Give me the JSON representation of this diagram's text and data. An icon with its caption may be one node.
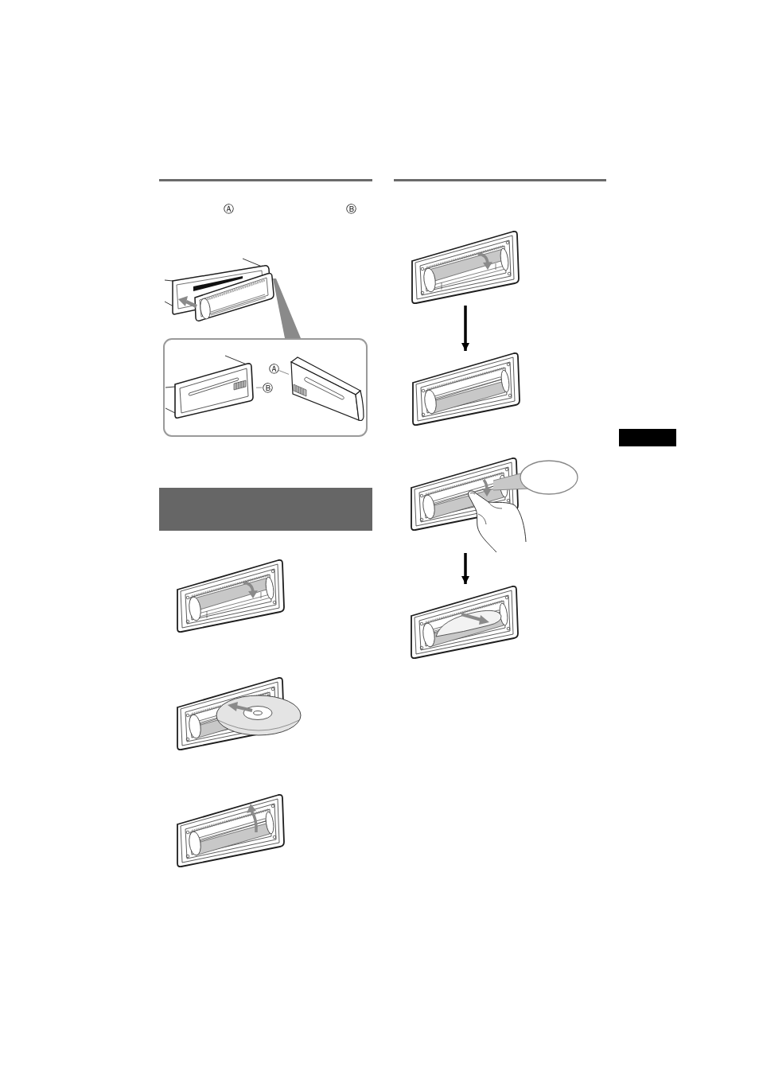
{
  "diagram": {
    "nodes": [
      {
        "text": [],
        "shape": "box"
      },
      {
        "text": [],
        "shape": "picture",
        "in": 0
      },
      {
        "text": [
          "Ⓐ"
        ],
        "in": 0
      },
      {
        "text": [
          "Ⓑ"
        ],
        "in": 0
      },
      {
        "text": [],
        "shape": "picture",
        "in": 0
      },
      {
        "text": [],
        "shape": "bar"
      },
      {
        "text": [],
        "shape": "picture"
      },
      {
        "text": [],
        "shape": "picture"
      },
      {
        "text": [],
        "shape": "picture"
      },
      {
        "text": [],
        "shape": "picture"
      }
    ],
    "edges": [
      {
        "from": 2,
        "to": 4,
        "arrow": "none"
      },
      {
        "from": 3,
        "to": 1,
        "arrow": "none"
      },
      {
        "from": 6,
        "to": 7,
        "arrow": "to",
        "style": "thick",
        "color": "#000000"
      },
      {
        "from": 8,
        "to": 9,
        "arrow": "to",
        "style": "thick",
        "color": "#000000"
      }
    ],
    "labels": [
      "Ⓐ",
      "Ⓑ"
    ]
  }
}
